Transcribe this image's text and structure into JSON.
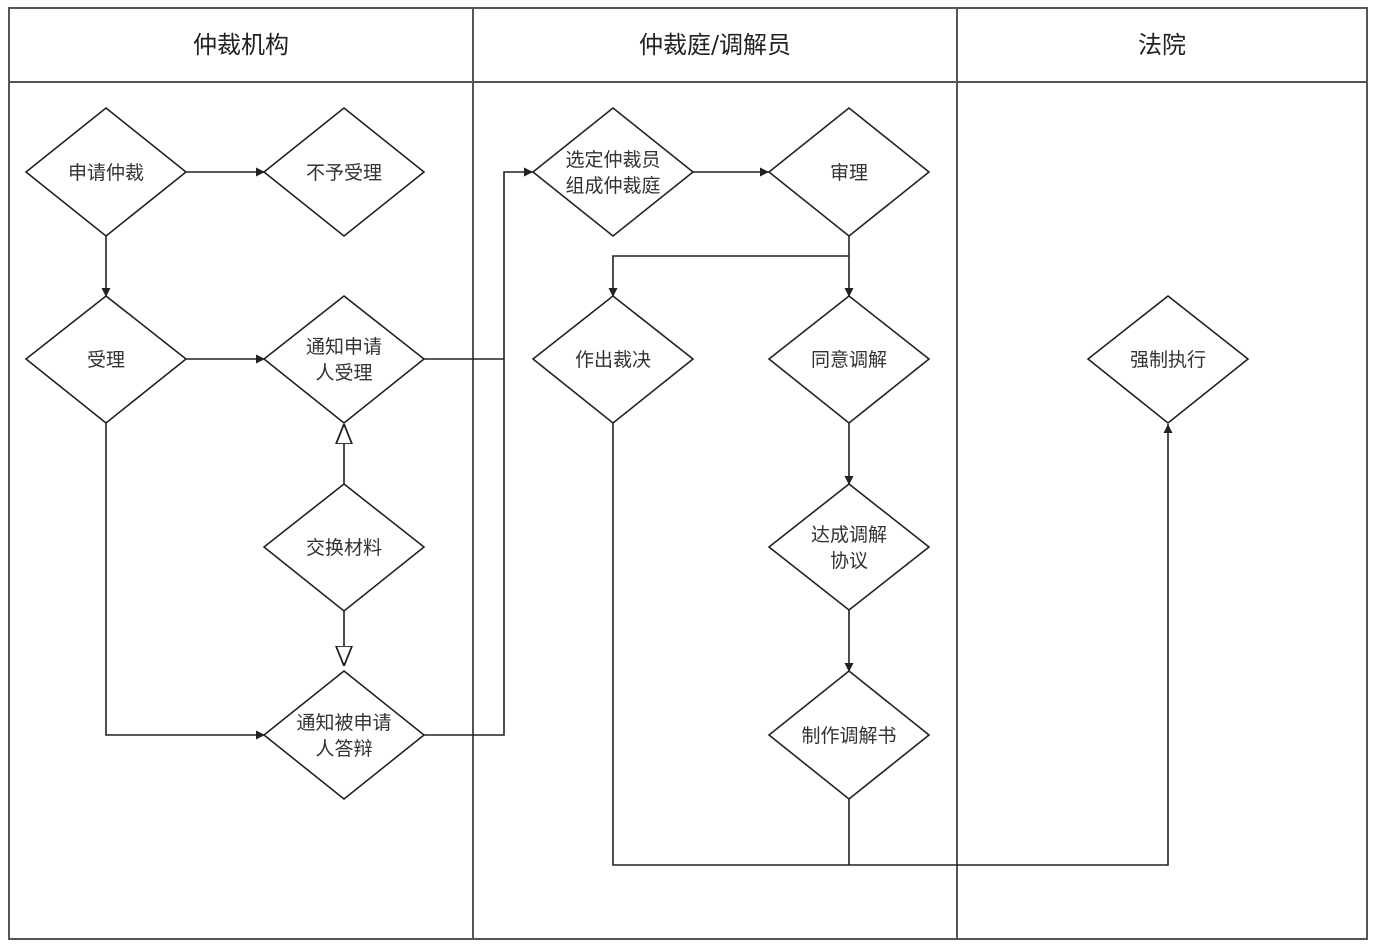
{
  "lanes": [
    {
      "id": "arbitration-institution",
      "title": "仲裁机构"
    },
    {
      "id": "tribunal-mediator",
      "title": "仲裁庭/调解员"
    },
    {
      "id": "court",
      "title": "法院"
    }
  ],
  "nodes": {
    "apply": {
      "lines": [
        "申请仲裁"
      ]
    },
    "reject": {
      "lines": [
        "不予受理"
      ]
    },
    "accept": {
      "lines": [
        "受理"
      ]
    },
    "notify_applicant": {
      "lines": [
        "通知申请",
        "人受理"
      ]
    },
    "exchange": {
      "lines": [
        "交换材料"
      ]
    },
    "notify_respondent": {
      "lines": [
        "通知被申请",
        "人答辩"
      ]
    },
    "select_arbitrator": {
      "lines": [
        "选定仲裁员",
        "组成仲裁庭"
      ]
    },
    "hearing": {
      "lines": [
        "审理"
      ]
    },
    "award": {
      "lines": [
        "作出裁决"
      ]
    },
    "agree_mediation": {
      "lines": [
        "同意调解"
      ]
    },
    "mediation_agreement": {
      "lines": [
        "达成调解",
        "协议"
      ]
    },
    "mediation_document": {
      "lines": [
        "制作调解书"
      ]
    },
    "enforcement": {
      "lines": [
        "强制执行"
      ]
    }
  }
}
